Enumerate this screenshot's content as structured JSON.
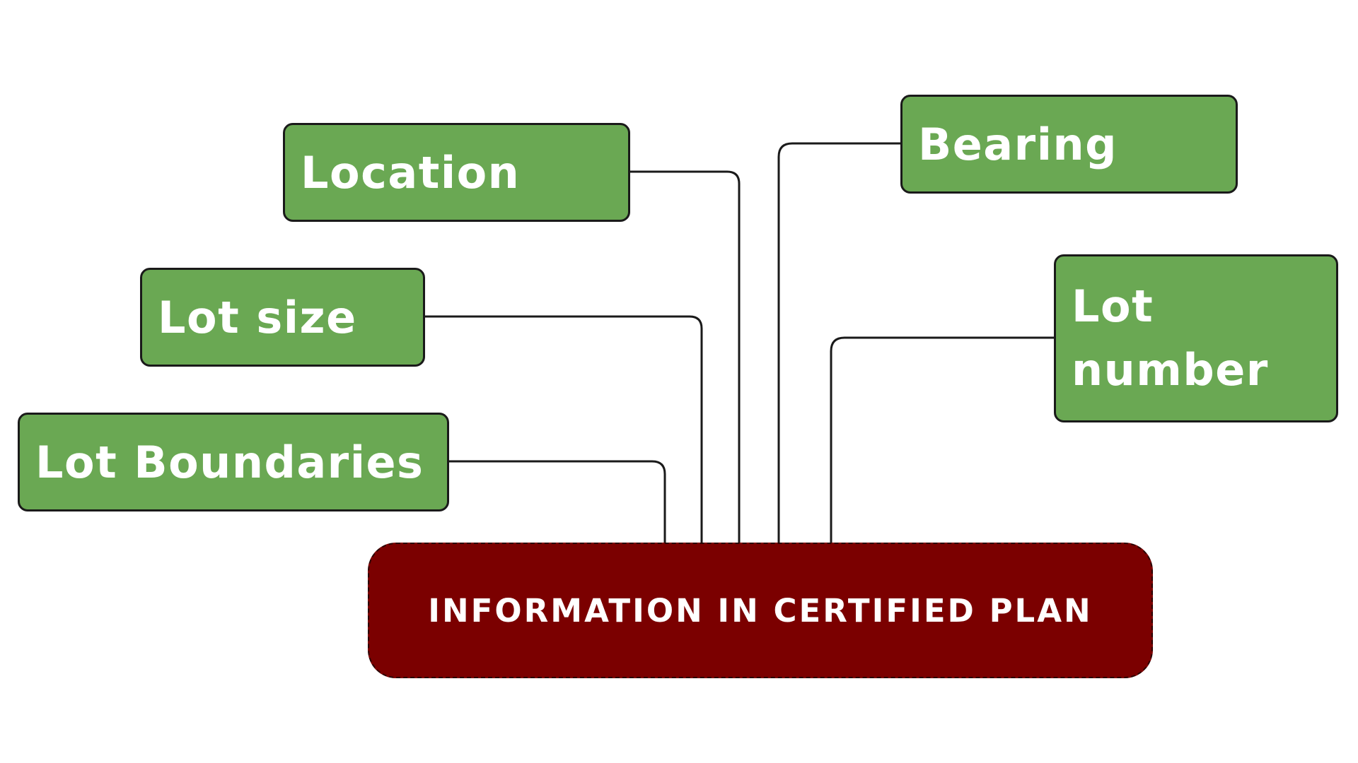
{
  "diagram": {
    "center_label": "INFORMATION IN CERTIFIED PLAN",
    "nodes": {
      "location": "Location",
      "lot_size": "Lot size",
      "lot_boundaries": "Lot Boundaries",
      "bearing": "Bearing",
      "lot_number_line1": "Lot",
      "lot_number_line2": "number"
    }
  },
  "colors": {
    "node_fill": "#6aa853",
    "center_fill": "#7b0000",
    "connector": "#1a1a1a",
    "text": "#ffffff"
  }
}
